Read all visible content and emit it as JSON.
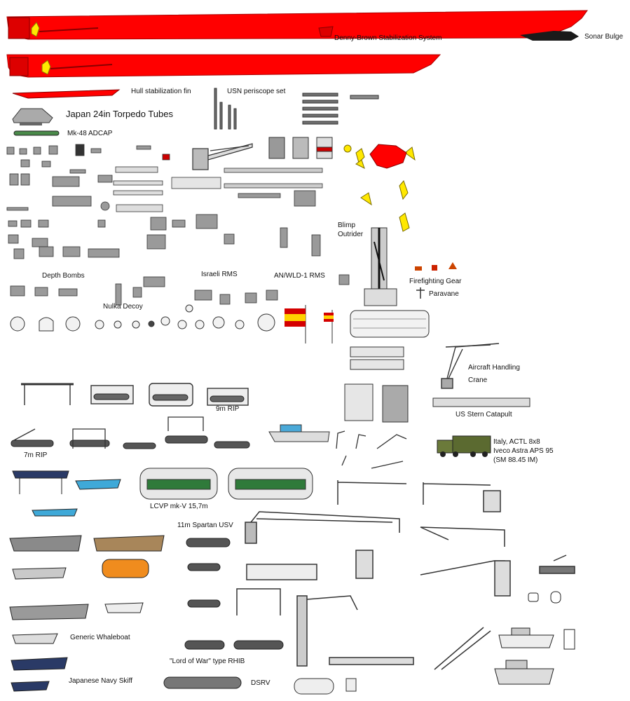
{
  "labels": {
    "denny_brown": "Denny-Brown Stabilization System",
    "sonar_bulge": "Sonar Bulge",
    "hull_fin": "Hull stabilization fin",
    "usn_periscope": "USN periscope set",
    "japan_torpedo": "Japan 24in Torpedo Tubes",
    "mk48": "Mk-48 ADCAP",
    "blimp_outrider": "Blimp\nOutrider",
    "firefighting": "Firefighting Gear",
    "paravane": "Paravane",
    "depth_bombs": "Depth Bombs",
    "israeli_rms": "Israeli RMS",
    "anwld": "AN/WLD-1 RMS",
    "nulka": "Nulka Decoy",
    "aircraft_crane": "Aircraft Handling\nCrane",
    "us_catapult": "US Stern Catapult",
    "rip9": "9m RIP",
    "rip7": "7m RIP",
    "italy_truck": "Italy, ACTL 8x8\nIveco Astra APS 95\n(SM 88.45 IM)",
    "lcvp": "LCVP mk-V 15,7m",
    "spartan": "11m Spartan USV",
    "whaleboat": "Generic Whaleboat",
    "lord_of_war": "\"Lord of War\" type RHIB",
    "skiff": "Japanese Navy Skiff",
    "dsrv": "DSRV"
  },
  "colors": {
    "hull_red": "#ff0000",
    "hull_dark": "#cc0000",
    "propeller": "#ffe800",
    "sonar": "#1a1a1a",
    "gray": "#a0a0a0",
    "dark_gray": "#505050",
    "light_gray": "#d8d8d8",
    "boat_blue": "#3fa9d8",
    "navy": "#2a3a66",
    "orange": "#f08c1e",
    "olive": "#6b7a3a",
    "spain_red": "#d40000",
    "spain_yellow": "#ffd200",
    "green_deck": "#2f7a3a",
    "camo_tan": "#a8865a"
  }
}
